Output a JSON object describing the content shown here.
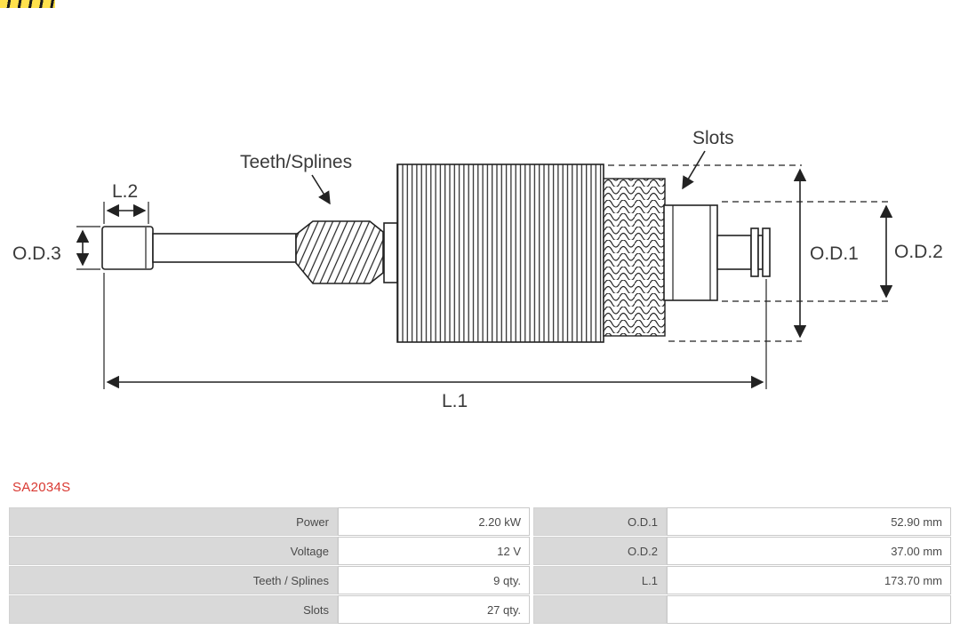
{
  "logo": {
    "name": "as-pl-logo"
  },
  "part": {
    "number": "SA2034S"
  },
  "diagram": {
    "labels": {
      "teeth_splines": "Teeth/Splines",
      "slots": "Slots",
      "l1": "L.1",
      "l2": "L.2",
      "od1": "O.D.1",
      "od2": "O.D.2",
      "od3": "O.D.3"
    }
  },
  "spec_table": {
    "rows": [
      {
        "label_a": "Power",
        "value_a": "2.20 kW",
        "label_b": "O.D.1",
        "value_b": "52.90 mm"
      },
      {
        "label_a": "Voltage",
        "value_a": "12 V",
        "label_b": "O.D.2",
        "value_b": "37.00 mm"
      },
      {
        "label_a": "Teeth / Splines",
        "value_a": "9 qty.",
        "label_b": "L.1",
        "value_b": "173.70 mm"
      },
      {
        "label_a": "Slots",
        "value_a": "27 qty.",
        "label_b": "",
        "value_b": ""
      }
    ]
  },
  "colors": {
    "part_number": "#d93831",
    "cell_gray": "#d9d9d9",
    "cell_border": "#c9c9c9",
    "line": "#222222",
    "logo_yellow": "#ffe14d"
  }
}
